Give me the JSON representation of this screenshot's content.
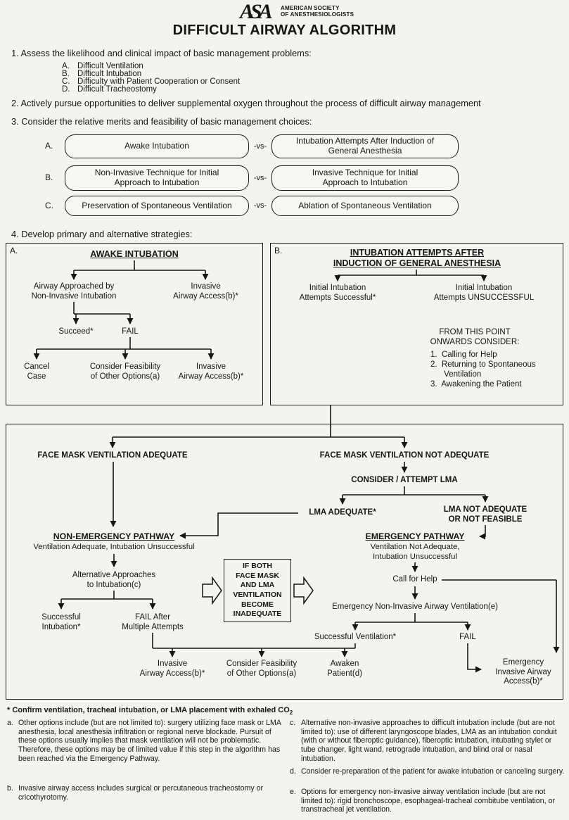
{
  "header": {
    "logo": "ASA",
    "org_line1": "AMERICAN SOCIETY",
    "org_line2": "OF ANESTHESIOLOGISTS",
    "title": "DIFFICULT AIRWAY ALGORITHM"
  },
  "step1": {
    "heading": "1.  Assess the likelihood and clinical impact of basic management problems:",
    "items": [
      {
        "letter": "A.",
        "text": "Difficult Ventilation"
      },
      {
        "letter": "B.",
        "text": "Difficult Intubation"
      },
      {
        "letter": "C.",
        "text": "Difficulty with Patient Cooperation or Consent"
      },
      {
        "letter": "D.",
        "text": "Difficult Tracheostomy"
      }
    ]
  },
  "step2": {
    "heading": "2.  Actively pursue opportunities to deliver supplemental oxygen throughout the process of difficult airway management"
  },
  "step3": {
    "heading": "3.  Consider the relative merits and feasibility of basic management choices:",
    "rows": [
      {
        "letter": "A.",
        "left": "Awake Intubation",
        "vs": "-vs-",
        "right": "Intubation Attempts After Induction of\nGeneral Anesthesia"
      },
      {
        "letter": "B.",
        "left": "Non-Invasive Technique for Initial\nApproach to Intubation",
        "vs": "-vs-",
        "right": "Invasive Technique for Initial\nApproach to Intubation"
      },
      {
        "letter": "C.",
        "left": "Preservation of Spontaneous Ventilation",
        "vs": "-vs-",
        "right": "Ablation of Spontaneous Ventilation"
      }
    ]
  },
  "step4": {
    "heading": "4.  Develop primary and alternative strategies:"
  },
  "boxA": {
    "label": "A.",
    "title": "AWAKE INTUBATION",
    "approach_noninvasive": "Airway Approached by\nNon-Invasive Intubation",
    "invasive_access_top": "Invasive\nAirway Access(b)*",
    "succeed": "Succeed*",
    "fail": "FAIL",
    "cancel_case": "Cancel\nCase",
    "consider_other_options": "Consider Feasibility\nof Other Options(a)",
    "invasive_access_bottom": "Invasive\nAirway Access(b)*"
  },
  "boxB": {
    "label": "B.",
    "title": "INTUBATION ATTEMPTS AFTER\nINDUCTION OF GENERAL ANESTHESIA",
    "initial_successful": "Initial Intubation\nAttempts Successful*",
    "initial_unsuccessful": "Initial Intubation\nAttempts UNSUCCESSFUL",
    "consider_heading": "FROM THIS POINT\nONWARDS CONSIDER:",
    "consider_items": [
      "1.  Calling for Help",
      "2.  Returning to Spontaneous\n      Ventilation",
      "3.  Awakening the Patient"
    ]
  },
  "main": {
    "face_mask_adequate": "FACE MASK VENTILATION ADEQUATE",
    "face_mask_not_adequate": "FACE MASK VENTILATION NOT ADEQUATE",
    "consider_attempt_lma": "CONSIDER / ATTEMPT LMA",
    "lma_adequate": "LMA ADEQUATE*",
    "lma_not_adequate": "LMA NOT ADEQUATE\nOR NOT FEASIBLE",
    "nonemergency_title": "NON-EMERGENCY PATHWAY",
    "nonemergency_subtitle": "Ventilation Adequate, Intubation Unsuccessful",
    "alternative_approaches": "Alternative Approaches\nto Intubation(c)",
    "successful_intubation": "Successful\nIntubation*",
    "fail_multiple_attempts": "FAIL After\nMultiple Attempts",
    "center_note": "IF BOTH\nFACE MASK\nAND LMA\nVENTILATION\nBECOME\nINADEQUATE",
    "emergency_title": "EMERGENCY PATHWAY",
    "emergency_subtitle": "Ventilation Not Adequate,\nIntubation Unsuccessful",
    "call_for_help": "Call for Help",
    "emergency_noninvasive": "Emergency Non-Invasive Airway Ventilation(e)",
    "successful_ventilation": "Successful Ventilation*",
    "fail": "FAIL",
    "invasive_airway_access": "Invasive\nAirway Access(b)*",
    "consider_feasibility": "Consider Feasibility\nof Other Options(a)",
    "awaken_patient": "Awaken\nPatient(d)",
    "emergency_invasive": "Emergency\nInvasive Airway\nAccess(b)*"
  },
  "footnotes": {
    "star_text": "* Confirm ventilation, tracheal intubation, or LMA placement with exhaled CO",
    "star_sub": "2",
    "a": {
      "letter": "a.",
      "text": "Other options include (but are not limited to): surgery utilizing face mask or LMA anesthesia, local anesthesia infiltration or regional nerve blockade. Pursuit of these options usually implies that mask ventilation will not be problematic. Therefore, these options may be of limited value if this step in the algorithm has been reached via the Emergency Pathway."
    },
    "b": {
      "letter": "b.",
      "text": "Invasive airway access includes surgical or percutaneous tracheostomy or cricothyrotomy."
    },
    "c": {
      "letter": "c.",
      "text": "Alternative non-invasive approaches to difficult intubation include (but are not limited to): use of different laryngoscope blades, LMA as an intubation conduit (with or without fiberoptic guidance), fiberoptic intubation, intubating stylet or tube changer, light wand, retrograde intubation, and blind oral or nasal intubation."
    },
    "d": {
      "letter": "d.",
      "text": "Consider re-preparation of the patient for awake intubation or canceling surgery."
    },
    "e": {
      "letter": "e.",
      "text": "Options for emergency non-invasive airway ventilation include (but are not limited to): rigid bronchoscope, esophageal-tracheal combitube ventilation, or transtracheal jet ventilation."
    }
  }
}
